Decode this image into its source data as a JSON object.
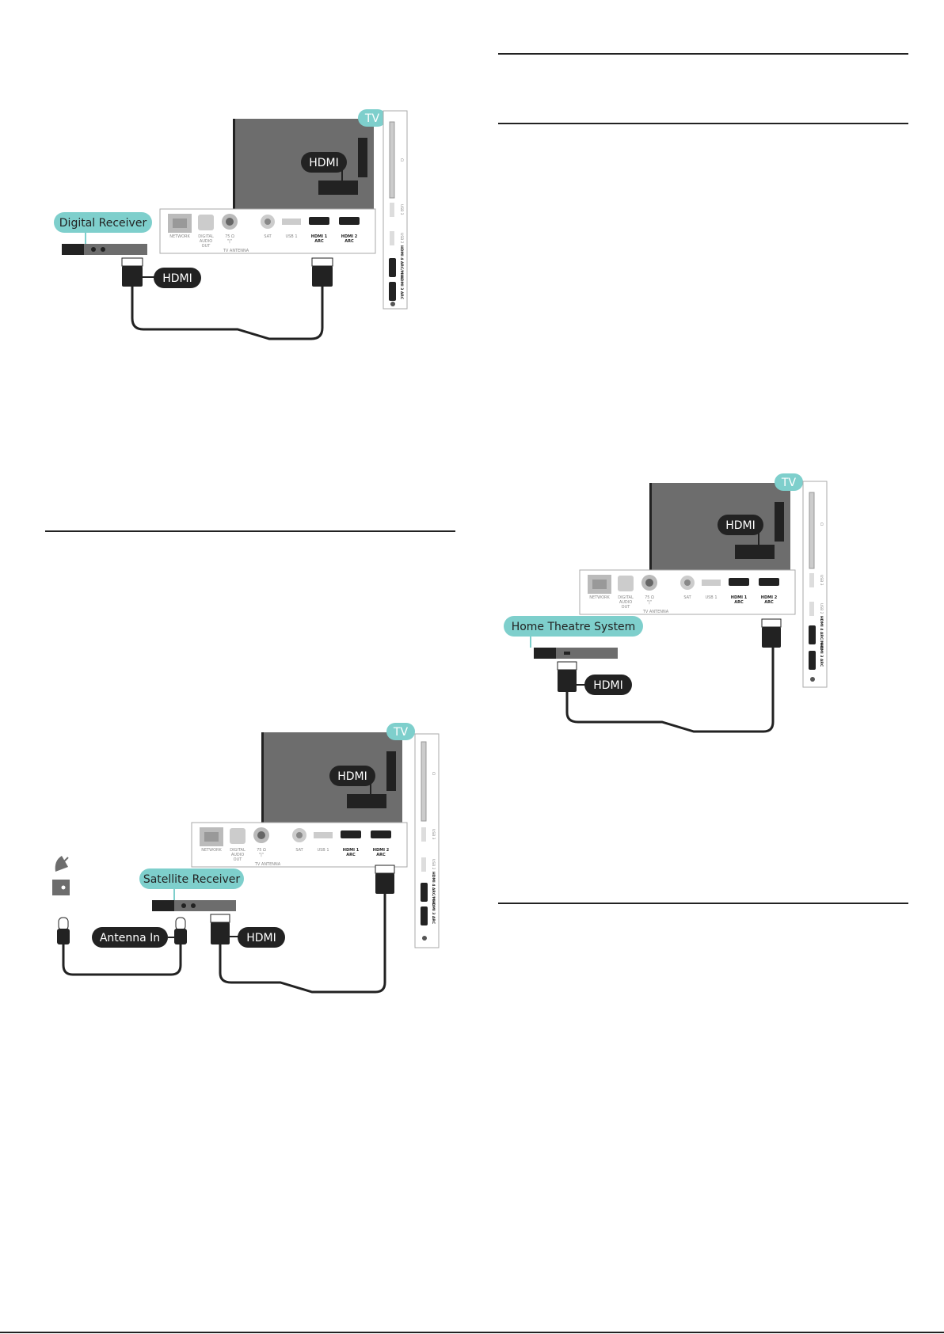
{
  "diagrams": {
    "digital_receiver": {
      "device_label": "Digital Receiver",
      "cable_label": "HDMI",
      "tv_label": "TV",
      "tv_hdmi_label": "HDMI"
    },
    "satellite_receiver": {
      "device_label": "Satellite Receiver",
      "antenna_label": "Antenna In",
      "cable_label": "HDMI",
      "tv_label": "TV",
      "tv_hdmi_label": "HDMI"
    },
    "home_theatre": {
      "device_label": "Home Theatre System",
      "cable_label": "HDMI",
      "tv_label": "TV",
      "tv_hdmi_label": "HDMI"
    }
  },
  "ports": {
    "network": "NETWORK",
    "digital_audio_1": "DIGITAL",
    "digital_audio_2": "AUDIO",
    "digital_audio_3": "OUT",
    "ohm": "75 Ω",
    "ant_symbol": "\"|\"",
    "tv_antenna": "TV ANTENNA",
    "sat": "SAT",
    "usb1": "USB 1",
    "hdmi1": "HDMI 1",
    "hdmi2": "HDMI 2",
    "arc": "ARC",
    "side_usb2": "USB 2",
    "side_usb3": "USB 3",
    "side_hdmi4": "HDMI 4 ARC/MHL",
    "side_hdmi3": "HDMI 3 ARC",
    "side_ci": "CI"
  },
  "colors": {
    "teal": "#7ecfcc",
    "dark": "#222222",
    "tv_grey": "#6d6d6d"
  }
}
